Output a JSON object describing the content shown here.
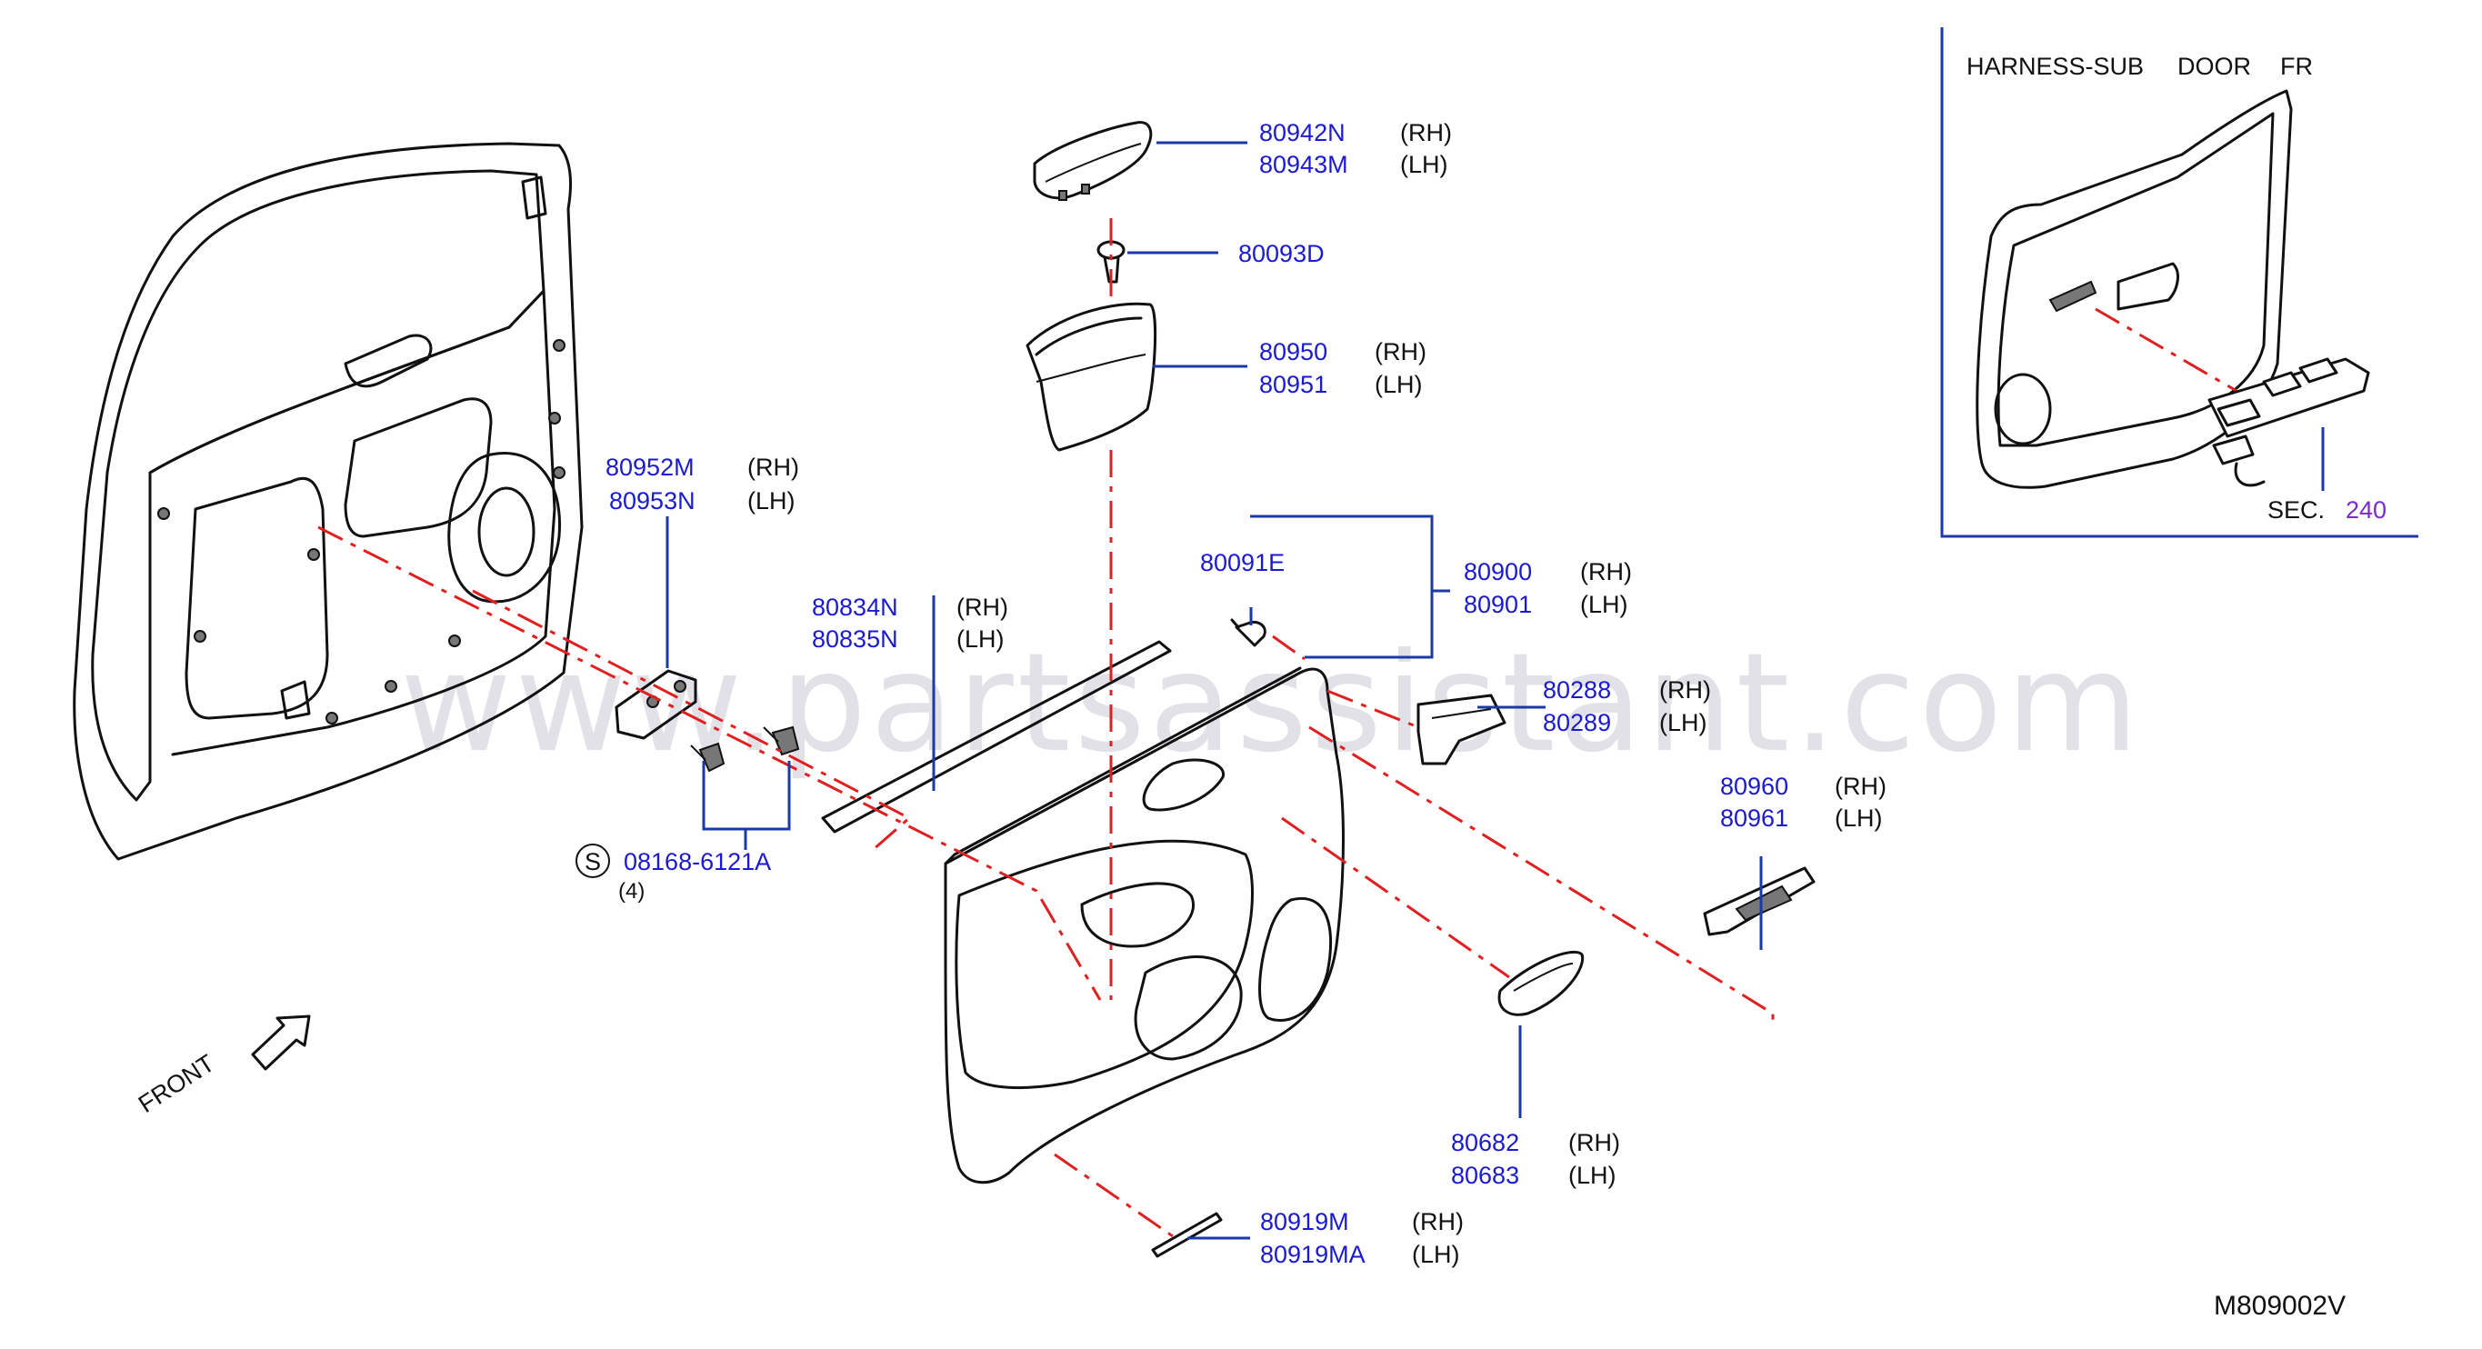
{
  "watermark": "www.partsassistant.com",
  "diagram_code": "M809002V",
  "front_label": "FRONT",
  "inset": {
    "title_words": [
      "HARNESS-SUB",
      "DOOR",
      "FR"
    ],
    "sec_label": "SEC.",
    "sec_number": "240"
  },
  "callouts": [
    {
      "id": "c1",
      "parts": [
        "80942N",
        "80943M"
      ],
      "sides": [
        "(RH)",
        "(LH)"
      ]
    },
    {
      "id": "c2",
      "parts": [
        "80093D"
      ],
      "sides": []
    },
    {
      "id": "c3",
      "parts": [
        "80950",
        "80951"
      ],
      "sides": [
        "(RH)",
        "(LH)"
      ]
    },
    {
      "id": "c4",
      "parts": [
        "80952M",
        "80953N"
      ],
      "sides": [
        "(RH)",
        "(LH)"
      ]
    },
    {
      "id": "c5",
      "parts": [
        "80834N",
        "80835N"
      ],
      "sides": [
        "(RH)",
        "(LH)"
      ]
    },
    {
      "id": "c6",
      "parts": [
        "80091E"
      ],
      "sides": []
    },
    {
      "id": "c7",
      "parts": [
        "80900",
        "80901"
      ],
      "sides": [
        "(RH)",
        "(LH)"
      ]
    },
    {
      "id": "c8",
      "parts": [
        "80288",
        "80289"
      ],
      "sides": [
        "(RH)",
        "(LH)"
      ]
    },
    {
      "id": "c9",
      "parts": [
        "80960",
        "80961"
      ],
      "sides": [
        "(RH)",
        "(LH)"
      ]
    },
    {
      "id": "c10",
      "parts": [
        "80682",
        "80683"
      ],
      "sides": [
        "(RH)",
        "(LH)"
      ]
    },
    {
      "id": "c11",
      "parts": [
        "80919M",
        "80919MA"
      ],
      "sides": [
        "(RH)",
        "(LH)"
      ]
    }
  ],
  "screw": {
    "symbol": "S",
    "part": "08168-6121A",
    "qty": "(4)"
  },
  "colors": {
    "part_number": "#1a1ad0",
    "leader": "#1a3aa8",
    "dash": "#e02020",
    "sec_number": "#7a2ad0"
  }
}
